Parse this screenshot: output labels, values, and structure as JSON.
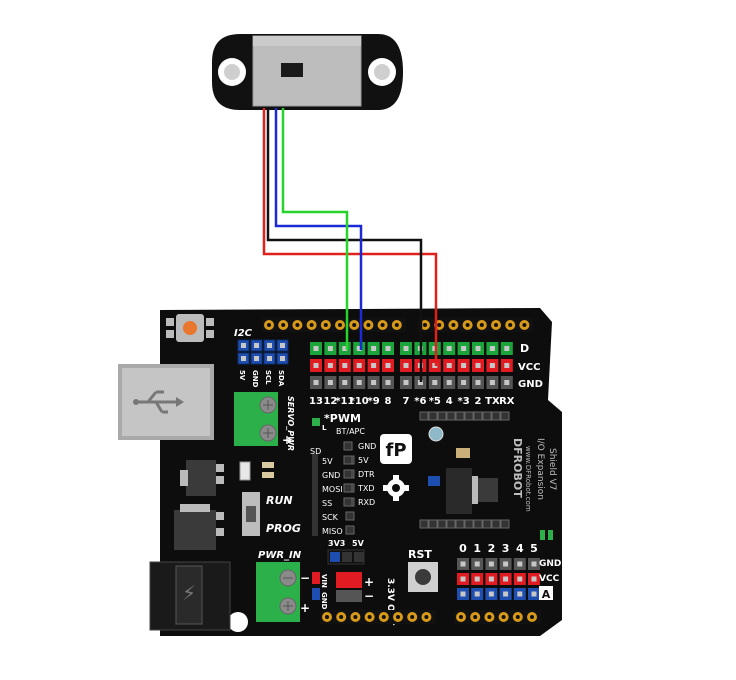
{
  "colors": {
    "wire_red": "#e0201c",
    "wire_black": "#111111",
    "wire_blue": "#1a2bd6",
    "wire_green": "#27d42b",
    "board": "#0d0d0d",
    "header_gold": "#d89a18",
    "pin_green": "#1aa43a",
    "pin_red": "#e11b22",
    "pin_black": "#555555",
    "pin_blue": "#1e4fb0"
  },
  "sensor": {
    "icon": "infrared-distance-sensor"
  },
  "board": {
    "i2c": "I2C",
    "i2c_pins": [
      "5V",
      "GND",
      "SCL",
      "SDA"
    ],
    "servo_pwr": "SERVO_PWR",
    "plus": "+",
    "minus": "−",
    "led_l": "L",
    "pwm": "*PWM",
    "bt_apc": "BT/APC",
    "sd": "SD",
    "sd_pins": [
      "5V",
      "GND",
      "MOSI",
      "SS",
      "SCK",
      "MISO"
    ],
    "bt_pins": [
      "GND",
      "5V",
      "DTR",
      "TXD",
      "RXD"
    ],
    "run": "RUN",
    "prog": "PROG",
    "row_d": "D",
    "row_vcc": "VCC",
    "row_gnd": "GND",
    "digital_labels": [
      "13",
      "12",
      "*11",
      "*10",
      "*9",
      "8",
      "7",
      "*6",
      "*5",
      "4",
      "*3",
      "2",
      "TX",
      "RX"
    ],
    "pwr_in": "PWR_IN",
    "vin": "VIN",
    "gnd_v": "GND",
    "sel_3v3": "3V3",
    "sel_5v": "5V",
    "out_label": "3.3V OUT",
    "rst": "RST",
    "analog_labels": [
      "0",
      "1",
      "2",
      "3",
      "4",
      "5"
    ],
    "a_gnd": "GND",
    "a_vcc": "VCC",
    "a_label": "A",
    "brand": "DFROBOT",
    "url": "www.DFRobot.com",
    "product": "I/O Expansion",
    "version": "Shield V7"
  }
}
